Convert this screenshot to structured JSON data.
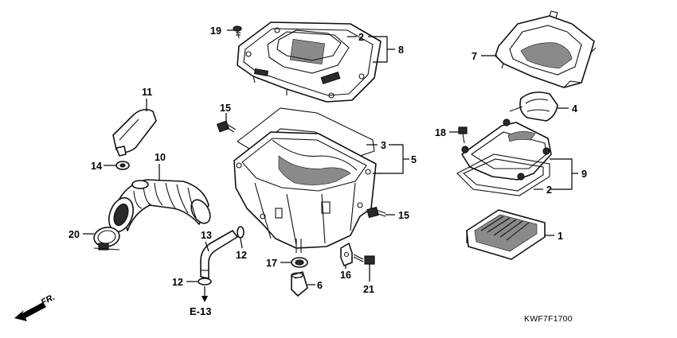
{
  "callouts": {
    "c1": "1",
    "c2a": "2",
    "c2b": "2",
    "c3": "3",
    "c4": "4",
    "c5": "5",
    "c6": "6",
    "c7": "7",
    "c8": "8",
    "c9": "9",
    "c10": "10",
    "c11": "11",
    "c12a": "12",
    "c12b": "12",
    "c13": "13",
    "c14": "14",
    "c15a": "15",
    "c15b": "15",
    "c16": "16",
    "c17": "17",
    "c18": "18",
    "c19": "19",
    "c20": "20",
    "c21": "21"
  },
  "reference_label": "E-13",
  "direction_label": "FR.",
  "diagram_code": "KWF7F1700"
}
